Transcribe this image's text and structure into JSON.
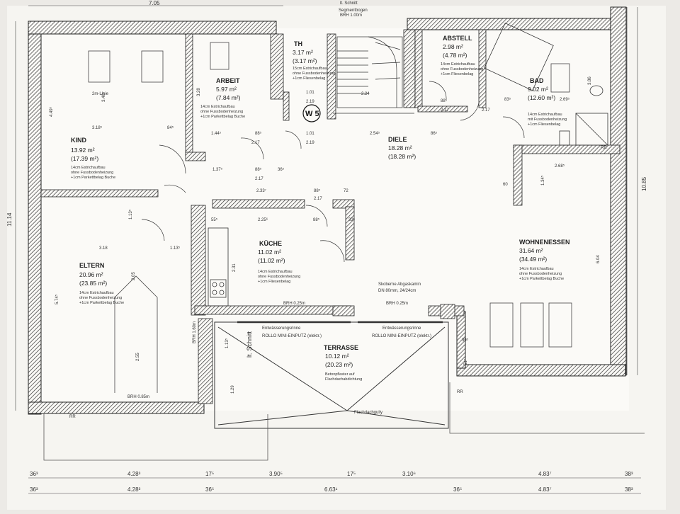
{
  "top_labels": {
    "overall_width": "7.05",
    "section": "lt. Schnitt",
    "stair_arch": "Segmentbogen",
    "stair_brh": "BRH 1.00m"
  },
  "rooms": {
    "kind": {
      "name": "KIND",
      "area": "13.92 m²",
      "area_alt": "(17.39 m²)",
      "spec1": "14cm Estrichaufbau",
      "spec2": "ohne Fussbodenheizung",
      "spec3": "+1cm Parkettbelag Buche"
    },
    "arbeit": {
      "name": "ARBEIT",
      "area": "5.97 m²",
      "area_alt": "(7.84 m²)",
      "spec1": "14cm Estrichaufbau",
      "spec2": "ohne Fussbodenheizung",
      "spec3": "+1cm Parkettbelag Buche"
    },
    "th": {
      "name": "TH",
      "area": "3.17 m²",
      "area_alt": "(3.17 m²)",
      "spec1": "15cm Estrichaufbau",
      "spec2": "ohne Fussbodenheizung",
      "spec3": "+1cm Fliesenbelag"
    },
    "abstell": {
      "name": "ABSTELL",
      "area": "2.98 m²",
      "area_alt": "(4.78 m²)",
      "spec1": "14cm Estrichaufbau",
      "spec2": "ohne Fussbodenheizung",
      "spec3": "+1cm Fliesenbelag"
    },
    "bad": {
      "name": "BAD",
      "area": "9.02 m²",
      "area_alt": "(12.60 m²)",
      "spec1": "14cm Estrichaufbau",
      "spec2": "mit Fussbodenheizung",
      "spec3": "+1cm Fliesenbelag"
    },
    "diele": {
      "name": "DIELE",
      "area": "18.28 m²",
      "area_alt": "(18.28 m²)"
    },
    "kueche": {
      "name": "KÜCHE",
      "area": "11.02 m²",
      "area_alt": "(11.02 m²)",
      "spec1": "14cm Estrichaufbau",
      "spec2": "ohne Fussbodenheizung",
      "spec3": "+1cm Fliesenbelag"
    },
    "eltern": {
      "name": "ELTERN",
      "area": "20.96 m²",
      "area_alt": "(23.85 m²)",
      "spec1": "14cm Estrichaufbau",
      "spec2": "ohne Fussbodenheizung",
      "spec3": "+1cm Parkettbelag Buche"
    },
    "wohnen": {
      "name": "WOHNENESSEN",
      "area": "31.64 m²",
      "area_alt": "(34.49 m²)",
      "spec1": "14cm Estrichaufbau",
      "spec2": "ohne Fussbodenheizung",
      "spec3": "+1cm Parkettbelag Buche"
    },
    "terrasse": {
      "name": "TERRASSE",
      "area": "10.12 m²",
      "area_alt": "(20.23 m²)",
      "spec1": "Betonpflaster auf",
      "spec2": "Flachdachabdichtung"
    }
  },
  "markers": {
    "stair": "W 5",
    "chimney": "Skoberne Abgaskamin",
    "chimney_dn": "DN 80mm, 24/24cm",
    "brh_kitchen": "BRH 0.25m",
    "brh_living": "BRH 0.25m",
    "roller1": "ROLLO MINI-EINPUTZ (elektr.)",
    "roller2": "ROLLO MINI-EINPUTZ (elektr.)",
    "roller_sub1": "Entwässerungsrinne",
    "roller_sub2": "Entwässerungsrinne",
    "section_cut": "lt. Schnitt",
    "brh_eltern": "BRH 0.85m",
    "brh_eltern_v": "BRH 1.60m",
    "rr1": "RR",
    "rr2": "RR",
    "rr3": "RR",
    "drain": "Flachdachgully",
    "line_2m": "2m-Linie"
  },
  "dims_bottom_row1": [
    "36³",
    "4.28³",
    "17⁵",
    "3.90⁵",
    "17⁵",
    "3.10⁶",
    "4.83⁷",
    "38³"
  ],
  "dims_bottom_row2": [
    "36³",
    "4.28³",
    "36⁵",
    "6.63¹",
    "36⁵",
    "4.83⁷",
    "38³"
  ],
  "dims_side": {
    "left": "11.14",
    "right": "10.85"
  },
  "dims_inner": {
    "kind_w": "3.18⁵",
    "kind_84": "84⁵",
    "kind_h": "4.49⁵",
    "kind_346": "3.46⁵",
    "arb_144": "1.44⁵",
    "arb_88": "88⁵",
    "arb_217": "2.17",
    "arb_328": "3.28",
    "th_101": "1.01",
    "th_219": "2.19",
    "th_101b": "1.01",
    "th_219b": "2.19",
    "stair_224": "2.24",
    "diele_254": "2.54⁵",
    "diele_86": "86⁵",
    "abst_217": "2.17",
    "abst_88": "88⁵",
    "bad_269": "2.69⁵",
    "bad_83": "83⁵",
    "bad_217": "2.17",
    "bad_386": "3.86",
    "hall_137": "1.37⁵",
    "hall_88": "88⁵",
    "hall_36": "36⁵",
    "hall_217": "2.17",
    "kue_233": "2.33⁷",
    "kue_88": "88⁵",
    "kue_72": "72",
    "kue_217": "2.17",
    "kue_225": "2.25⁶",
    "kue_55": "55⁵",
    "kue_231": "2.31",
    "kue_88b": "88⁵",
    "kue_33": "33⁵",
    "elt_318": "3.18",
    "elt_113": "1.13⁵",
    "elt_574": "5.74⁵",
    "elt_205": "2.05",
    "elt_255": "2.55",
    "elt_113b": "1.13⁵",
    "wohn_268": "2.68⁵",
    "wohn_134": "1.34⁵",
    "wohn_60": "60",
    "wohn_604": "6.04",
    "ter_113": "1.13⁵",
    "ter_129": "1.29",
    "ter_39": "39⁵",
    "ter_51": "51⁵"
  }
}
